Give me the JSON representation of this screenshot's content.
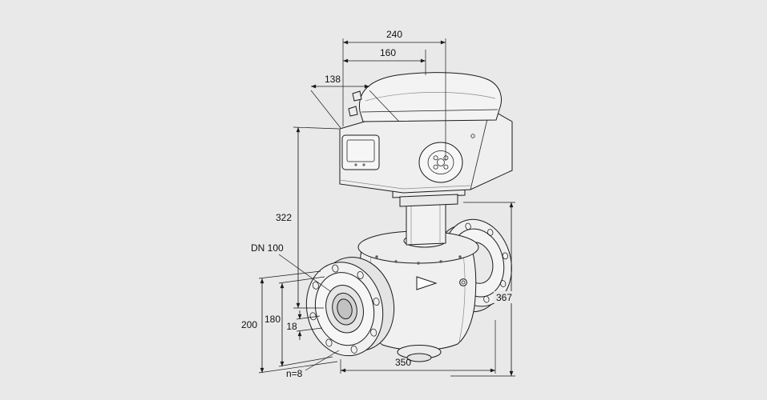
{
  "page": {
    "background_color": "#e9e9e9",
    "line_color": "#1a1a1a",
    "content_type": "technical dimension drawing of a flanged gas control valve with actuator"
  },
  "dims": {
    "d240": "240",
    "d160": "160",
    "d138": "138",
    "d322": "322",
    "dn": "DN 100",
    "d200": "200",
    "d180": "180",
    "d18": "18",
    "n8": "n=8",
    "d350": "350",
    "d367": "367"
  }
}
